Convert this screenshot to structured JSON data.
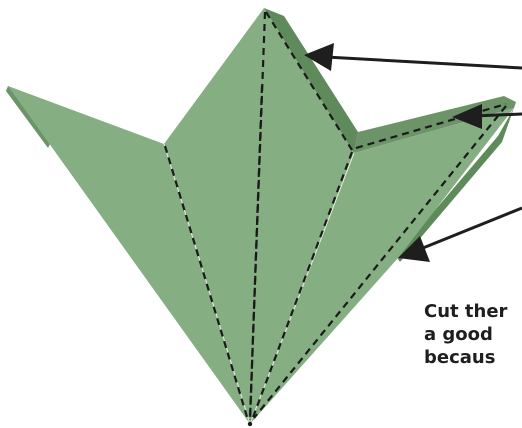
{
  "colors": {
    "paper_face": "#86ae83",
    "paper_edge": "#6d9369",
    "paper_edge_dark": "#5f8a5b",
    "fold_line": "#1a1a1a",
    "crease_highlight": "#e8f0e4",
    "arrow": "#1e1e1e",
    "caption_text": "#1e1e1e",
    "background": "#ffffff"
  },
  "caption": {
    "lines": [
      "Cut ther",
      "a good",
      "becaus"
    ]
  },
  "annotations": {
    "arrow_count": 3
  }
}
